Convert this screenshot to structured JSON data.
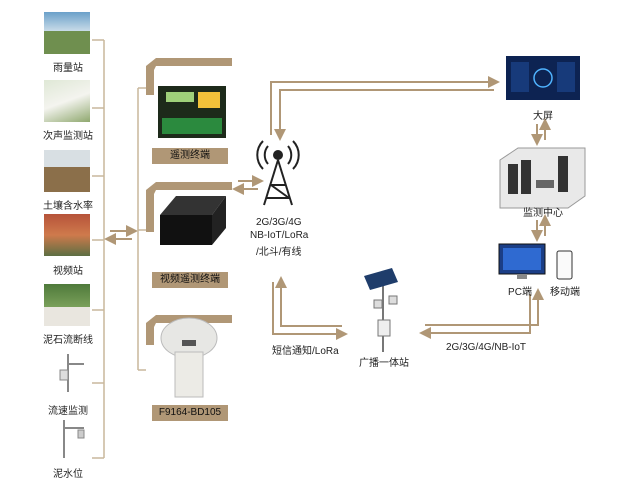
{
  "stations": [
    {
      "label": "雨量站",
      "icon": "rain-gauge-station-photo"
    },
    {
      "label": "次声监测站",
      "icon": "infrasound-station-photo"
    },
    {
      "label": "土壤含水率",
      "icon": "soil-moisture-photo"
    },
    {
      "label": "视频站",
      "icon": "video-station-photo"
    },
    {
      "label": "泥石流断线",
      "icon": "debris-flow-wire-photo"
    },
    {
      "label": "流速监测",
      "icon": "flow-velocity-pole-photo"
    },
    {
      "label": "泥水位",
      "icon": "mud-water-level-pole-photo"
    }
  ],
  "terminals": [
    {
      "label": "遥测终端",
      "icon": "telemetry-terminal-device"
    },
    {
      "label": "视频遥测终端",
      "icon": "video-telemetry-box-device"
    },
    {
      "label": "F9164-BD105",
      "icon": "beidou-antenna-device"
    }
  ],
  "tower": {
    "icon": "signal-tower-icon",
    "lines": [
      "2G/3G/4G",
      "NB-IoT/LoRa",
      "/北斗/有线"
    ]
  },
  "screen": {
    "label": "大屏",
    "icon": "big-screen-dashboard"
  },
  "center": {
    "label": "监测中心",
    "icon": "monitoring-center-room"
  },
  "pc": {
    "label": "PC端",
    "icon": "pc-monitor"
  },
  "mobile": {
    "label": "移动端",
    "icon": "mobile-phone"
  },
  "broadcast": {
    "label": "广播一体站",
    "icon": "broadcast-station-pole"
  },
  "link_short": "短信通知/LoRa",
  "link_net": "2G/3G/4G/NB-IoT",
  "colors": {
    "accent": "#b09776",
    "screen_bg": "#0d2352"
  }
}
